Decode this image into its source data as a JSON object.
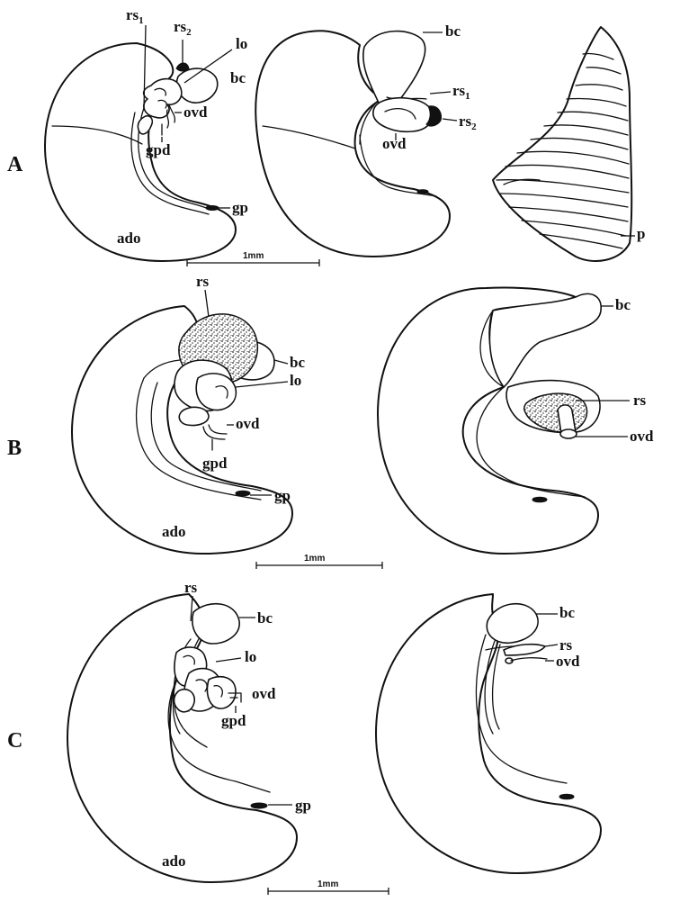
{
  "panels": {
    "a": "A",
    "b": "B",
    "c": "C"
  },
  "scale_bar": {
    "a": "1mm",
    "b": "1mm",
    "c": "1mm"
  },
  "labels": {
    "rs": "rs",
    "rs1_base": "rs",
    "rs1_sub": "1",
    "rs2_base": "rs",
    "rs2_sub": "2",
    "lo": "lo",
    "bc": "bc",
    "ovd": "ovd",
    "gpd": "gpd",
    "gp": "gp",
    "ado": "ado",
    "p": "p"
  }
}
